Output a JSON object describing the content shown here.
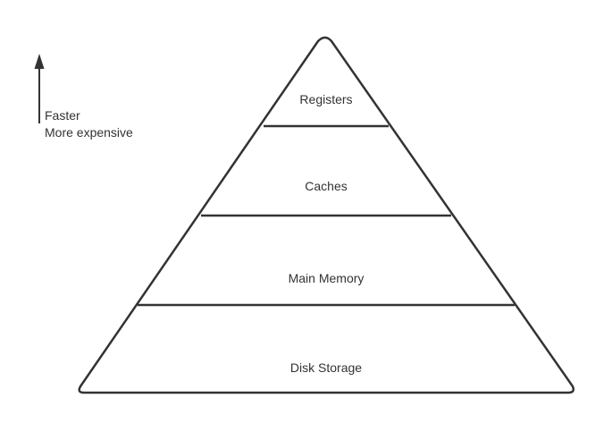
{
  "legend": {
    "line1": "Faster",
    "line2": "More expensive"
  },
  "layers": [
    {
      "label": "Registers"
    },
    {
      "label": "Caches"
    },
    {
      "label": "Main Memory"
    },
    {
      "label": "Disk Storage"
    }
  ],
  "colors": {
    "stroke": "#333333",
    "text": "#333333",
    "fill": "#ffffff"
  }
}
